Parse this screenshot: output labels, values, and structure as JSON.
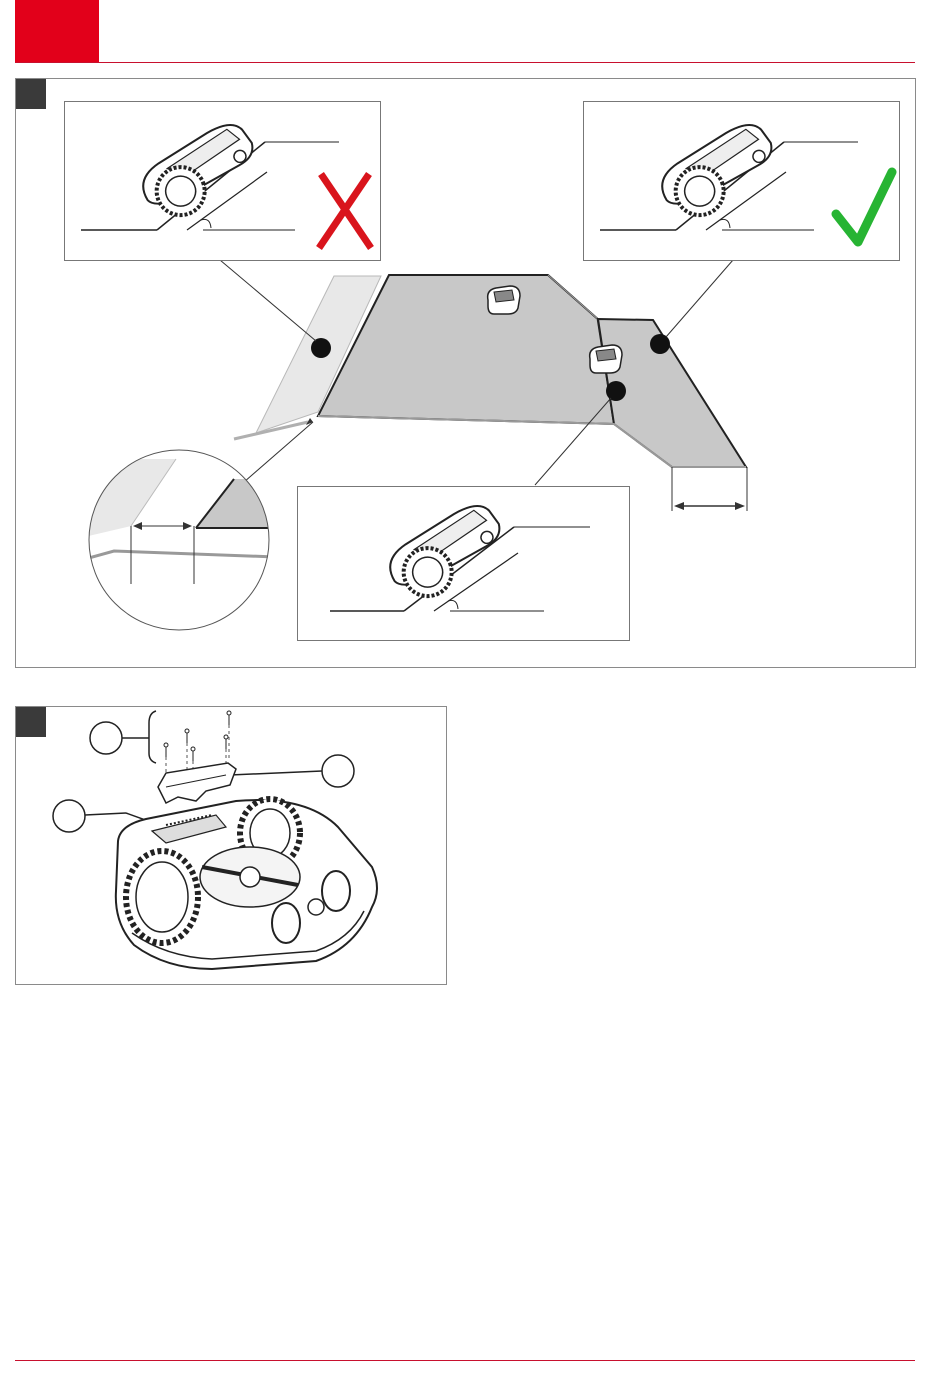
{
  "colors": {
    "brand_red": "#e2001a",
    "rule_red": "#c8102e",
    "figure_tag": "#3a3a3a",
    "cross_red": "#d9141c",
    "check_green": "#27b433",
    "lawn_dark": "#c6c6c6",
    "lawn_light": "#e6e6e6"
  },
  "figure_1": {
    "icons": [
      "cross-icon",
      "checkmark-icon"
    ],
    "callouts": 3
  },
  "figure_2": {
    "icons": [
      "robotic-mower-underside",
      "screw-icon"
    ],
    "callouts": 3
  }
}
